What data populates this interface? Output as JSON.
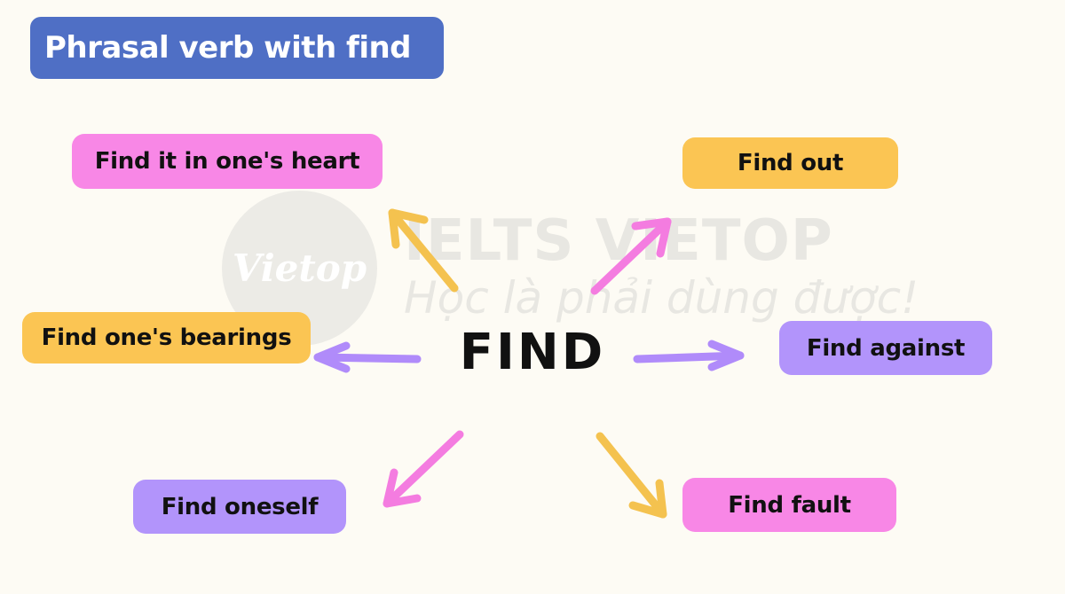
{
  "title": "Phrasal verb with find",
  "center": "FIND",
  "watermark": {
    "logo": "Vietop",
    "brand": "IELTS VIETOP",
    "slogan": "Học là phải dùng được!"
  },
  "nodes": [
    {
      "label": "Find it in one's heart",
      "color": "#f887e6"
    },
    {
      "label": "Find out",
      "color": "#fbc553"
    },
    {
      "label": "Find one's bearings",
      "color": "#fbc553"
    },
    {
      "label": "Find against",
      "color": "#b294fb"
    },
    {
      "label": "Find oneself",
      "color": "#b294fb"
    },
    {
      "label": "Find fault",
      "color": "#f887e6"
    }
  ],
  "arrow_colors": {
    "pink": "#f47ce0",
    "yellow": "#f4c24f",
    "purple": "#b08bfa"
  }
}
